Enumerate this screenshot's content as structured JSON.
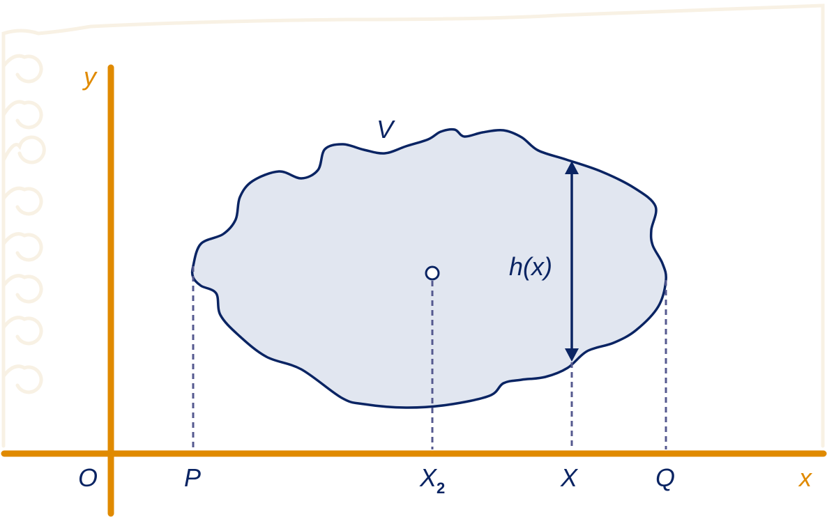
{
  "labels": {
    "y_axis": "y",
    "x_axis": "x",
    "region": "V",
    "height": "h(x)",
    "origin": "O",
    "p": "P",
    "x2_base": "X",
    "x2_sub": "2",
    "x": "X",
    "q": "Q"
  },
  "colors": {
    "axis": "#E08A00",
    "outline": "#0A2463",
    "fill": "#E1E6F0",
    "dashed": "#55598F",
    "border": "#F8F1E4"
  }
}
